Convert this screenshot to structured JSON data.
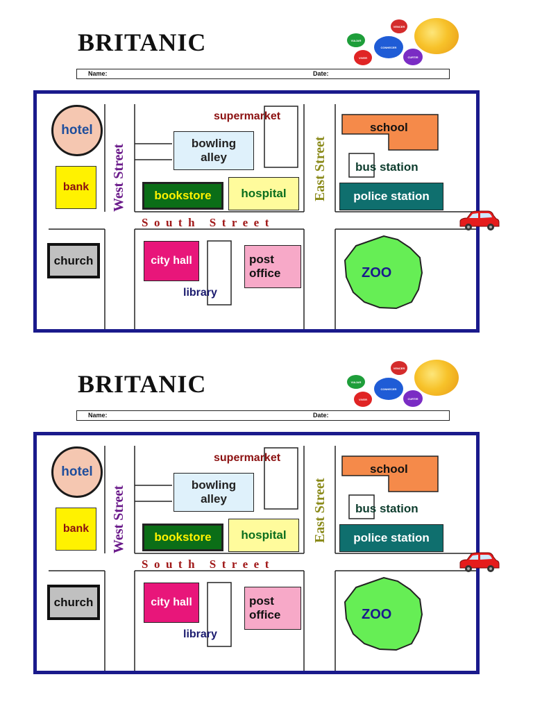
{
  "worksheets": [
    {
      "brand": "BRITANIC",
      "bubbles": [
        {
          "label": "VIAJAR",
          "color": "#1e9e3a"
        },
        {
          "label": "VIVER",
          "color": "#e02424"
        },
        {
          "label": "CONHECER",
          "color": "#1f5cd6"
        },
        {
          "label": "VENCER",
          "color": "#d42c2c"
        },
        {
          "label": "CURTIR",
          "color": "#7a2cc4"
        }
      ],
      "name_label": "Name:",
      "date_label": "Date:",
      "map": {
        "streets": {
          "west": "West Street",
          "east": "East Street",
          "south": "South Street"
        },
        "places": {
          "hotel": "hotel",
          "bank": "bank",
          "church": "church",
          "supermarket": "supermarket",
          "bowling_1": "bowling",
          "bowling_2": "alley",
          "bookstore": "bookstore",
          "hospital": "hospital",
          "city_hall": "city hall",
          "library": "library",
          "post_1": "post",
          "post_2": "office",
          "school": "school",
          "bus_station": "bus station",
          "police_station": "police station",
          "zoo": "ZOO"
        }
      }
    },
    {
      "brand": "BRITANIC",
      "bubbles": [
        {
          "label": "VIAJAR",
          "color": "#1e9e3a"
        },
        {
          "label": "VIVER",
          "color": "#e02424"
        },
        {
          "label": "CONHECER",
          "color": "#1f5cd6"
        },
        {
          "label": "VENCER",
          "color": "#d42c2c"
        },
        {
          "label": "CURTIR",
          "color": "#7a2cc4"
        }
      ],
      "name_label": "Name:",
      "date_label": "Date:",
      "map": {
        "streets": {
          "west": "West Street",
          "east": "East Street",
          "south": "South Street"
        },
        "places": {
          "hotel": "hotel",
          "bank": "bank",
          "church": "church",
          "supermarket": "supermarket",
          "bowling_1": "bowling",
          "bowling_2": "alley",
          "bookstore": "bookstore",
          "hospital": "hospital",
          "city_hall": "city hall",
          "library": "library",
          "post_1": "post",
          "post_2": "office",
          "school": "school",
          "bus_station": "bus station",
          "police_station": "police station",
          "zoo": "ZOO"
        }
      }
    }
  ],
  "colors": {
    "map_border": "#1a1a8c",
    "zoo_fill": "#66ee55",
    "school_fill": "#f58a4a",
    "car": "#e51c1c"
  }
}
